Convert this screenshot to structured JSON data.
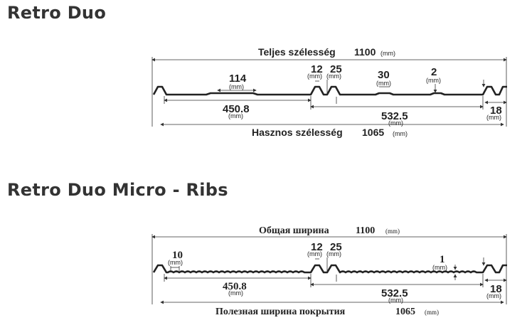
{
  "sections": [
    {
      "title": "Retro Duo",
      "total_width_label": "Teljes szélesség",
      "total_width_value": "1100",
      "useful_width_label": "Hasznos szélesség",
      "useful_width_value": "1065",
      "unit": "(mm)",
      "dims": {
        "d114": "114",
        "d450": "450.8",
        "d12": "12",
        "d25": "25",
        "d30": "30",
        "d2": "2",
        "d532": "532.5",
        "d18": "18"
      }
    },
    {
      "title": "Retro Duo Micro - Ribs",
      "total_width_label": "Общая ширина",
      "total_width_value": "1100",
      "useful_width_label": "Полезная ширина покрытия",
      "useful_width_value": "1065",
      "unit": "(mm)",
      "dims": {
        "d10": "10",
        "d450": "450.8",
        "d12": "12",
        "d25": "25",
        "d1": "1",
        "d532": "532.5",
        "d18": "18"
      }
    }
  ],
  "colors": {
    "line": "#222222",
    "title": "#333333"
  }
}
